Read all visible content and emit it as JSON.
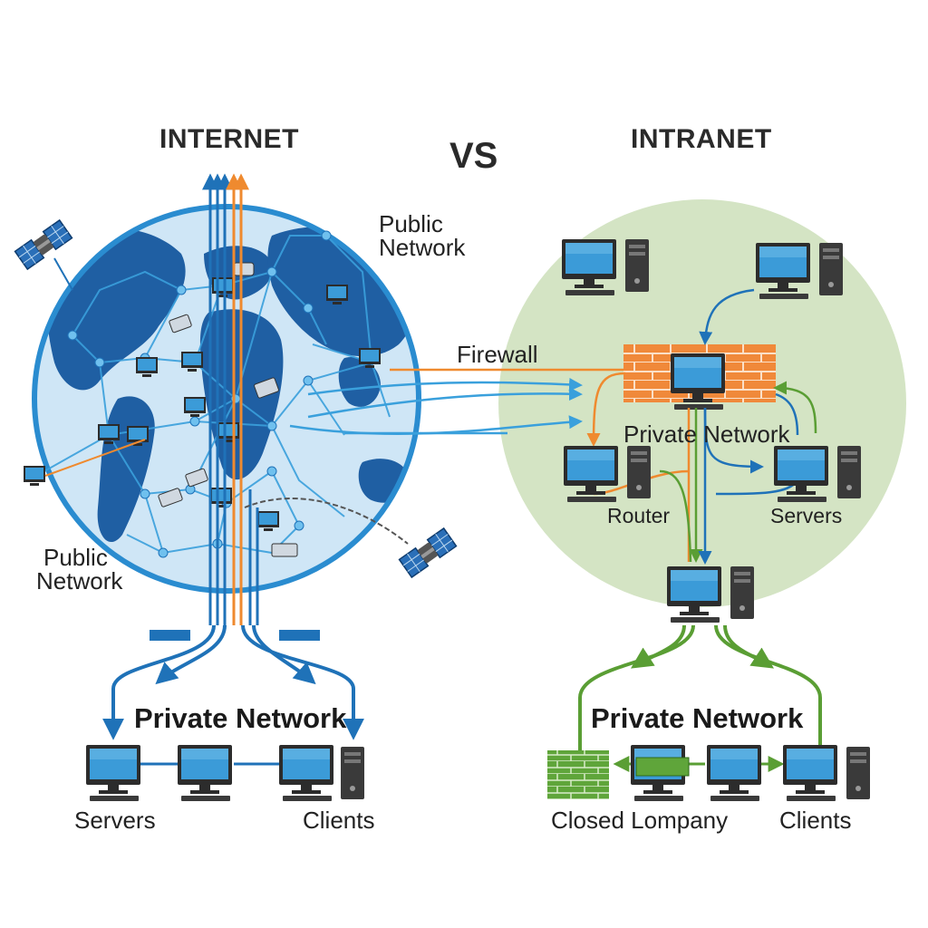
{
  "titles": {
    "left": "INTERNET",
    "vs": "VS",
    "right": "INTRANET"
  },
  "internet": {
    "public_network_top": [
      "Public",
      "Network"
    ],
    "public_network_left": [
      "Public",
      "Network"
    ],
    "private_network": "Private Network",
    "servers": "Servers",
    "clients": "Clients"
  },
  "intranet": {
    "firewall": "Firewall",
    "private_network_center": "Private Network",
    "router": "Router",
    "servers": "Servers",
    "private_network_bottom": "Private Network",
    "closed_company": "Closed Lompany",
    "clients": "Clients"
  },
  "colors": {
    "globe_ocean": "#cfe6f6",
    "globe_land": "#1f5fa3",
    "globe_ring": "#2a8cd0",
    "intranet_zone": "#d4e4c4",
    "firewall_brick": "#f0893a",
    "blue_link": "#1f72b8",
    "orange_link": "#ef8a2f",
    "green_link": "#5a9e34",
    "monitor_screen": "#3b9bd8",
    "device_dark": "#2c2c2c"
  }
}
